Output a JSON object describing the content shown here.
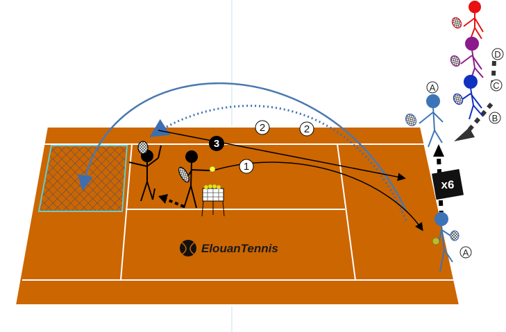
{
  "brand": {
    "name": "ElouanTennis"
  },
  "labels": {
    "shot_1": "1",
    "shot_2": "2",
    "shot_3": "3",
    "repeat_count": "x6",
    "player_a": "A",
    "player_b": "B",
    "player_c": "C",
    "player_d": "D"
  },
  "colors": {
    "court": "#cc6600",
    "lines": "#ffffff",
    "lob_arc": "#4a78b0",
    "net_edge": "#66cccc",
    "player_red": "#e81010",
    "player_purple": "#8b1b8b",
    "player_blue": "#1030c0",
    "player_lightblue": "#3d74b8"
  }
}
